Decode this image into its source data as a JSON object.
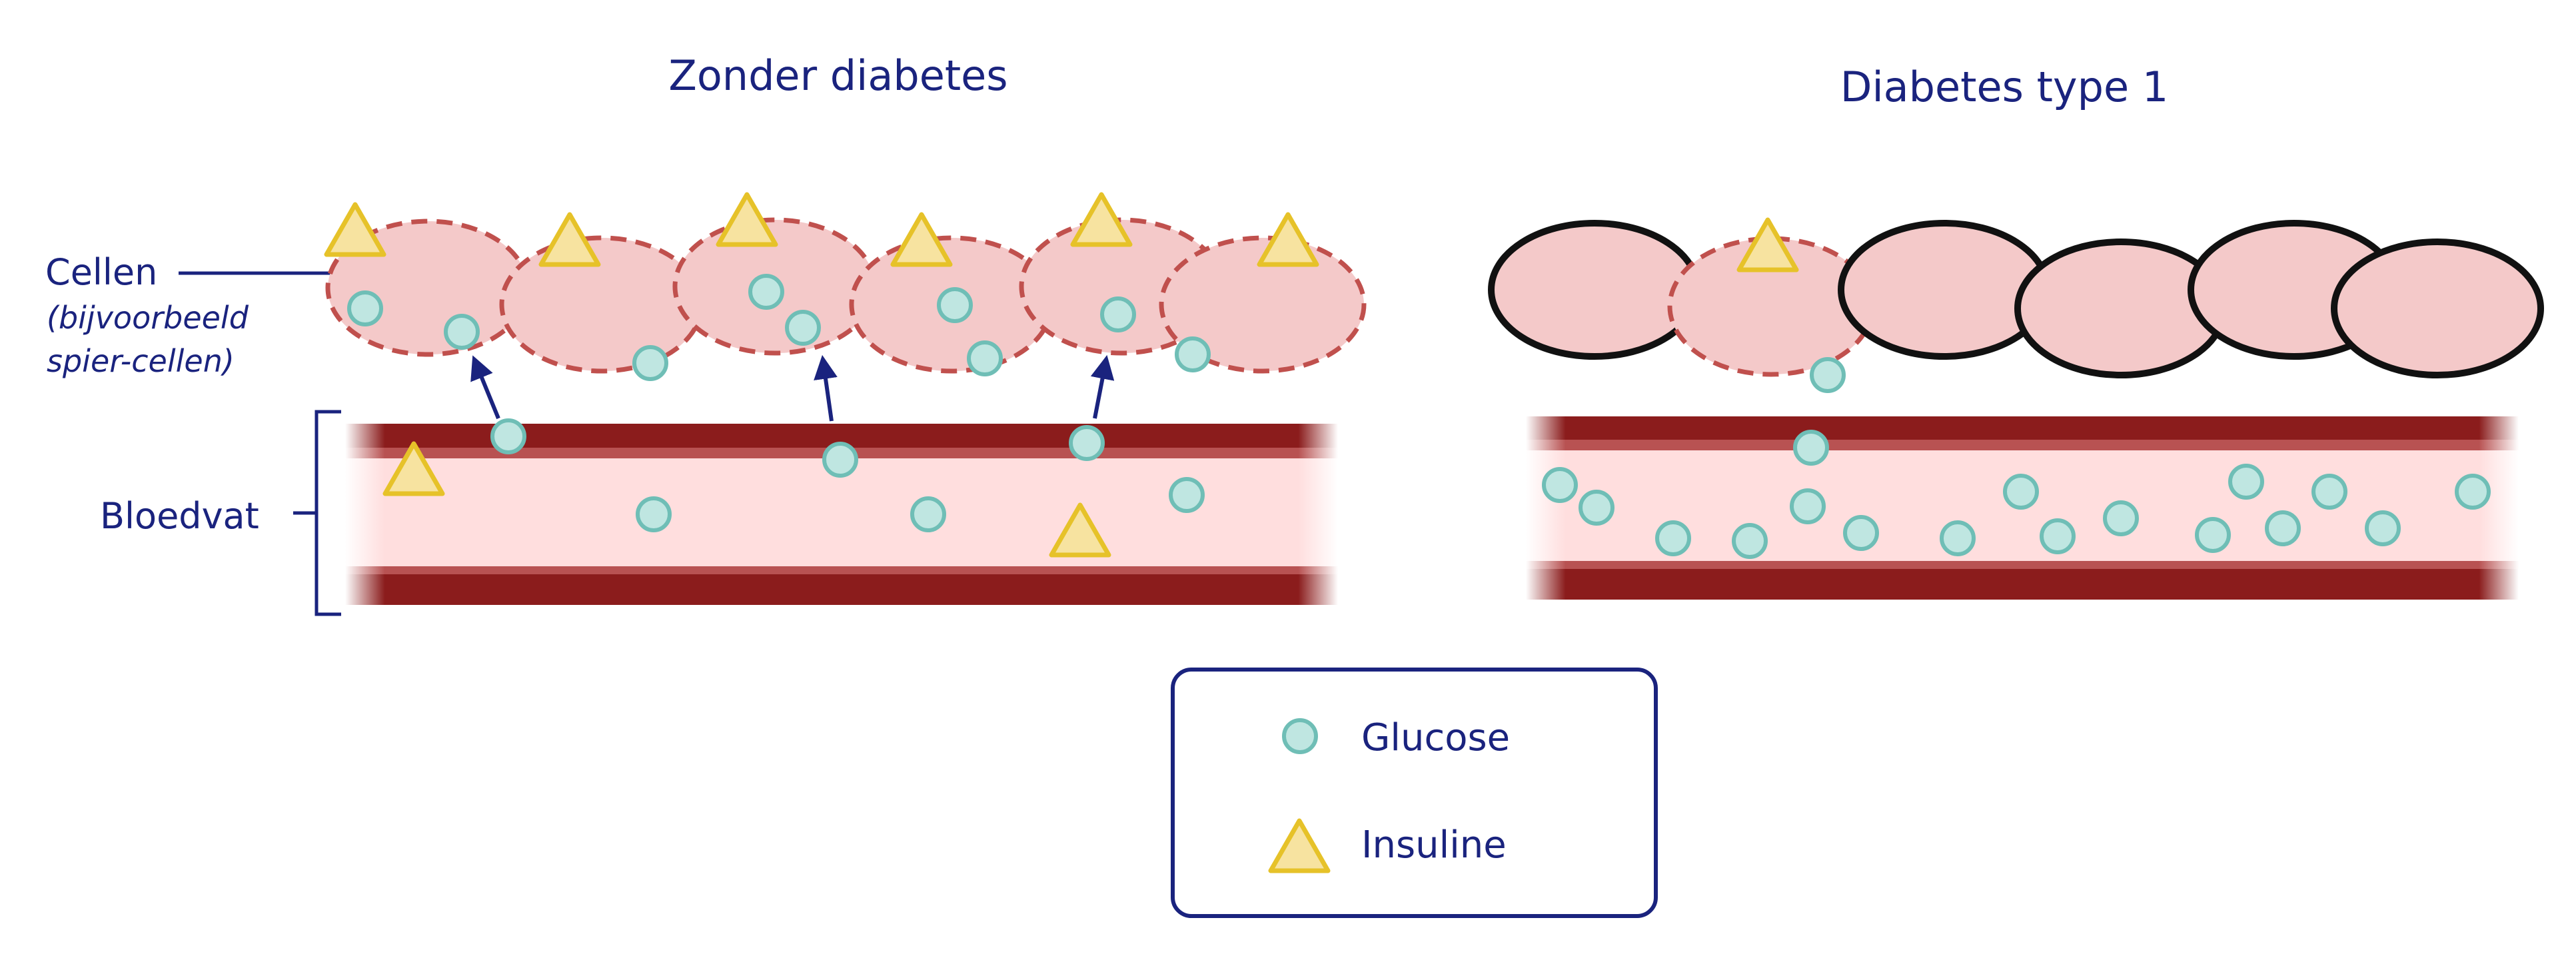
{
  "panels": {
    "left_title": "Zonder diabetes",
    "right_title": "Diabetes type 1"
  },
  "labels": {
    "cells": "Cellen",
    "cells_example_line1": "(bijvoorbeeld",
    "cells_example_line2": "spier-cellen)",
    "vessel": "Bloedvat"
  },
  "legend": {
    "glucose": "Glucose",
    "insulin": "Insuline"
  },
  "colors": {
    "text": "#1a237e",
    "cell_fill": "#f4c9c9",
    "cell_border_dashed": "#c0504d",
    "cell_border_closed": "#111111",
    "vessel_wall": "#8b1c1c",
    "vessel_inner": "#ffdede",
    "glucose_fill": "#bfe6e1",
    "glucose_stroke": "#6fbeb6",
    "insulin_fill": "#f7e3a0",
    "insulin_stroke": "#e6c229"
  },
  "icons": {
    "glucose": "teal-circle",
    "insulin": "yellow-triangle"
  }
}
